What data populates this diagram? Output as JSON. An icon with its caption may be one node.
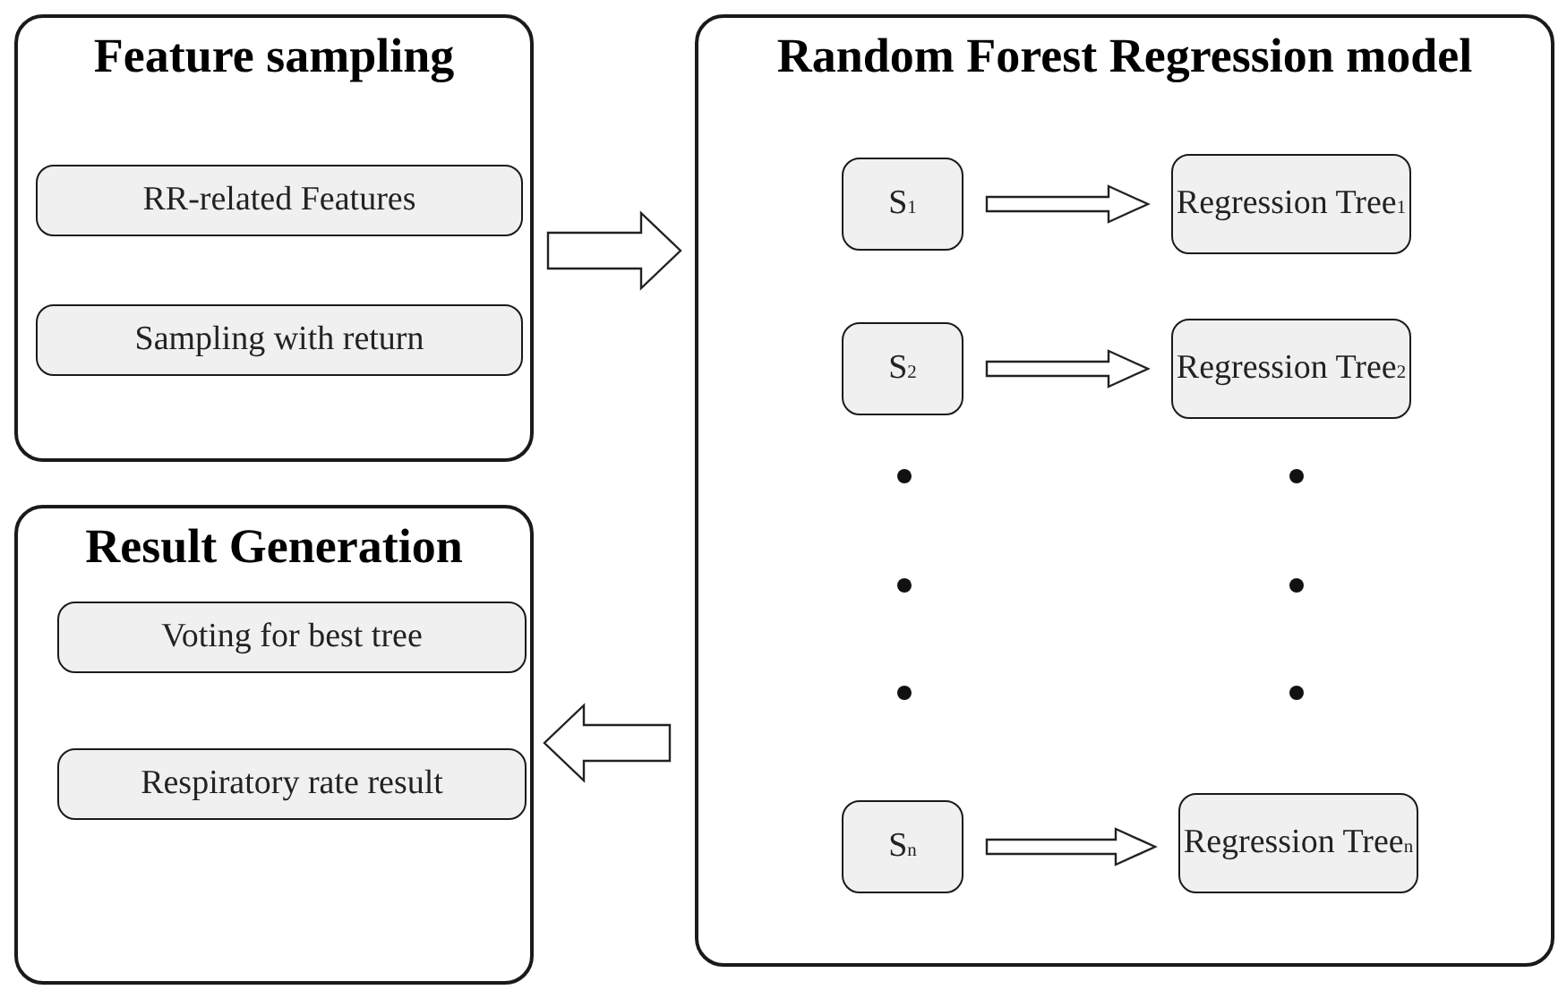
{
  "diagram": {
    "nodes": [
      {
        "text": [
          "Feature sampling"
        ]
      },
      {
        "text": [
          "RR-related Features"
        ],
        "in": 0
      },
      {
        "text": [
          "Sampling with return"
        ],
        "in": 0
      },
      {
        "text": [
          "Random Forest Regression model"
        ]
      },
      {
        "text": [
          "S$_{1}$"
        ],
        "in": 3
      },
      {
        "text": [
          "Regression Tree$_{1}$"
        ],
        "in": 3
      },
      {
        "text": [
          "S$_{2}$"
        ],
        "in": 3
      },
      {
        "text": [
          "Regression Tree$_{2}$"
        ],
        "in": 3
      },
      {
        "text": [
          "S$_{n}$"
        ],
        "in": 3
      },
      {
        "text": [
          "Regression Tree$_{n}$"
        ],
        "in": 3
      },
      {
        "text": [
          "Result Generation"
        ]
      },
      {
        "text": [
          "Voting for best tree"
        ],
        "in": 10
      },
      {
        "text": [
          "Respiratory rate result"
        ],
        "in": 10
      }
    ],
    "edges": [
      {
        "from": 0,
        "to": 3,
        "arrow": "to"
      },
      {
        "from": 4,
        "to": 5,
        "arrow": "to"
      },
      {
        "from": 6,
        "to": 7,
        "arrow": "to"
      },
      {
        "from": 8,
        "to": 9,
        "arrow": "to"
      },
      {
        "from": 3,
        "to": 10,
        "arrow": "to"
      }
    ]
  }
}
